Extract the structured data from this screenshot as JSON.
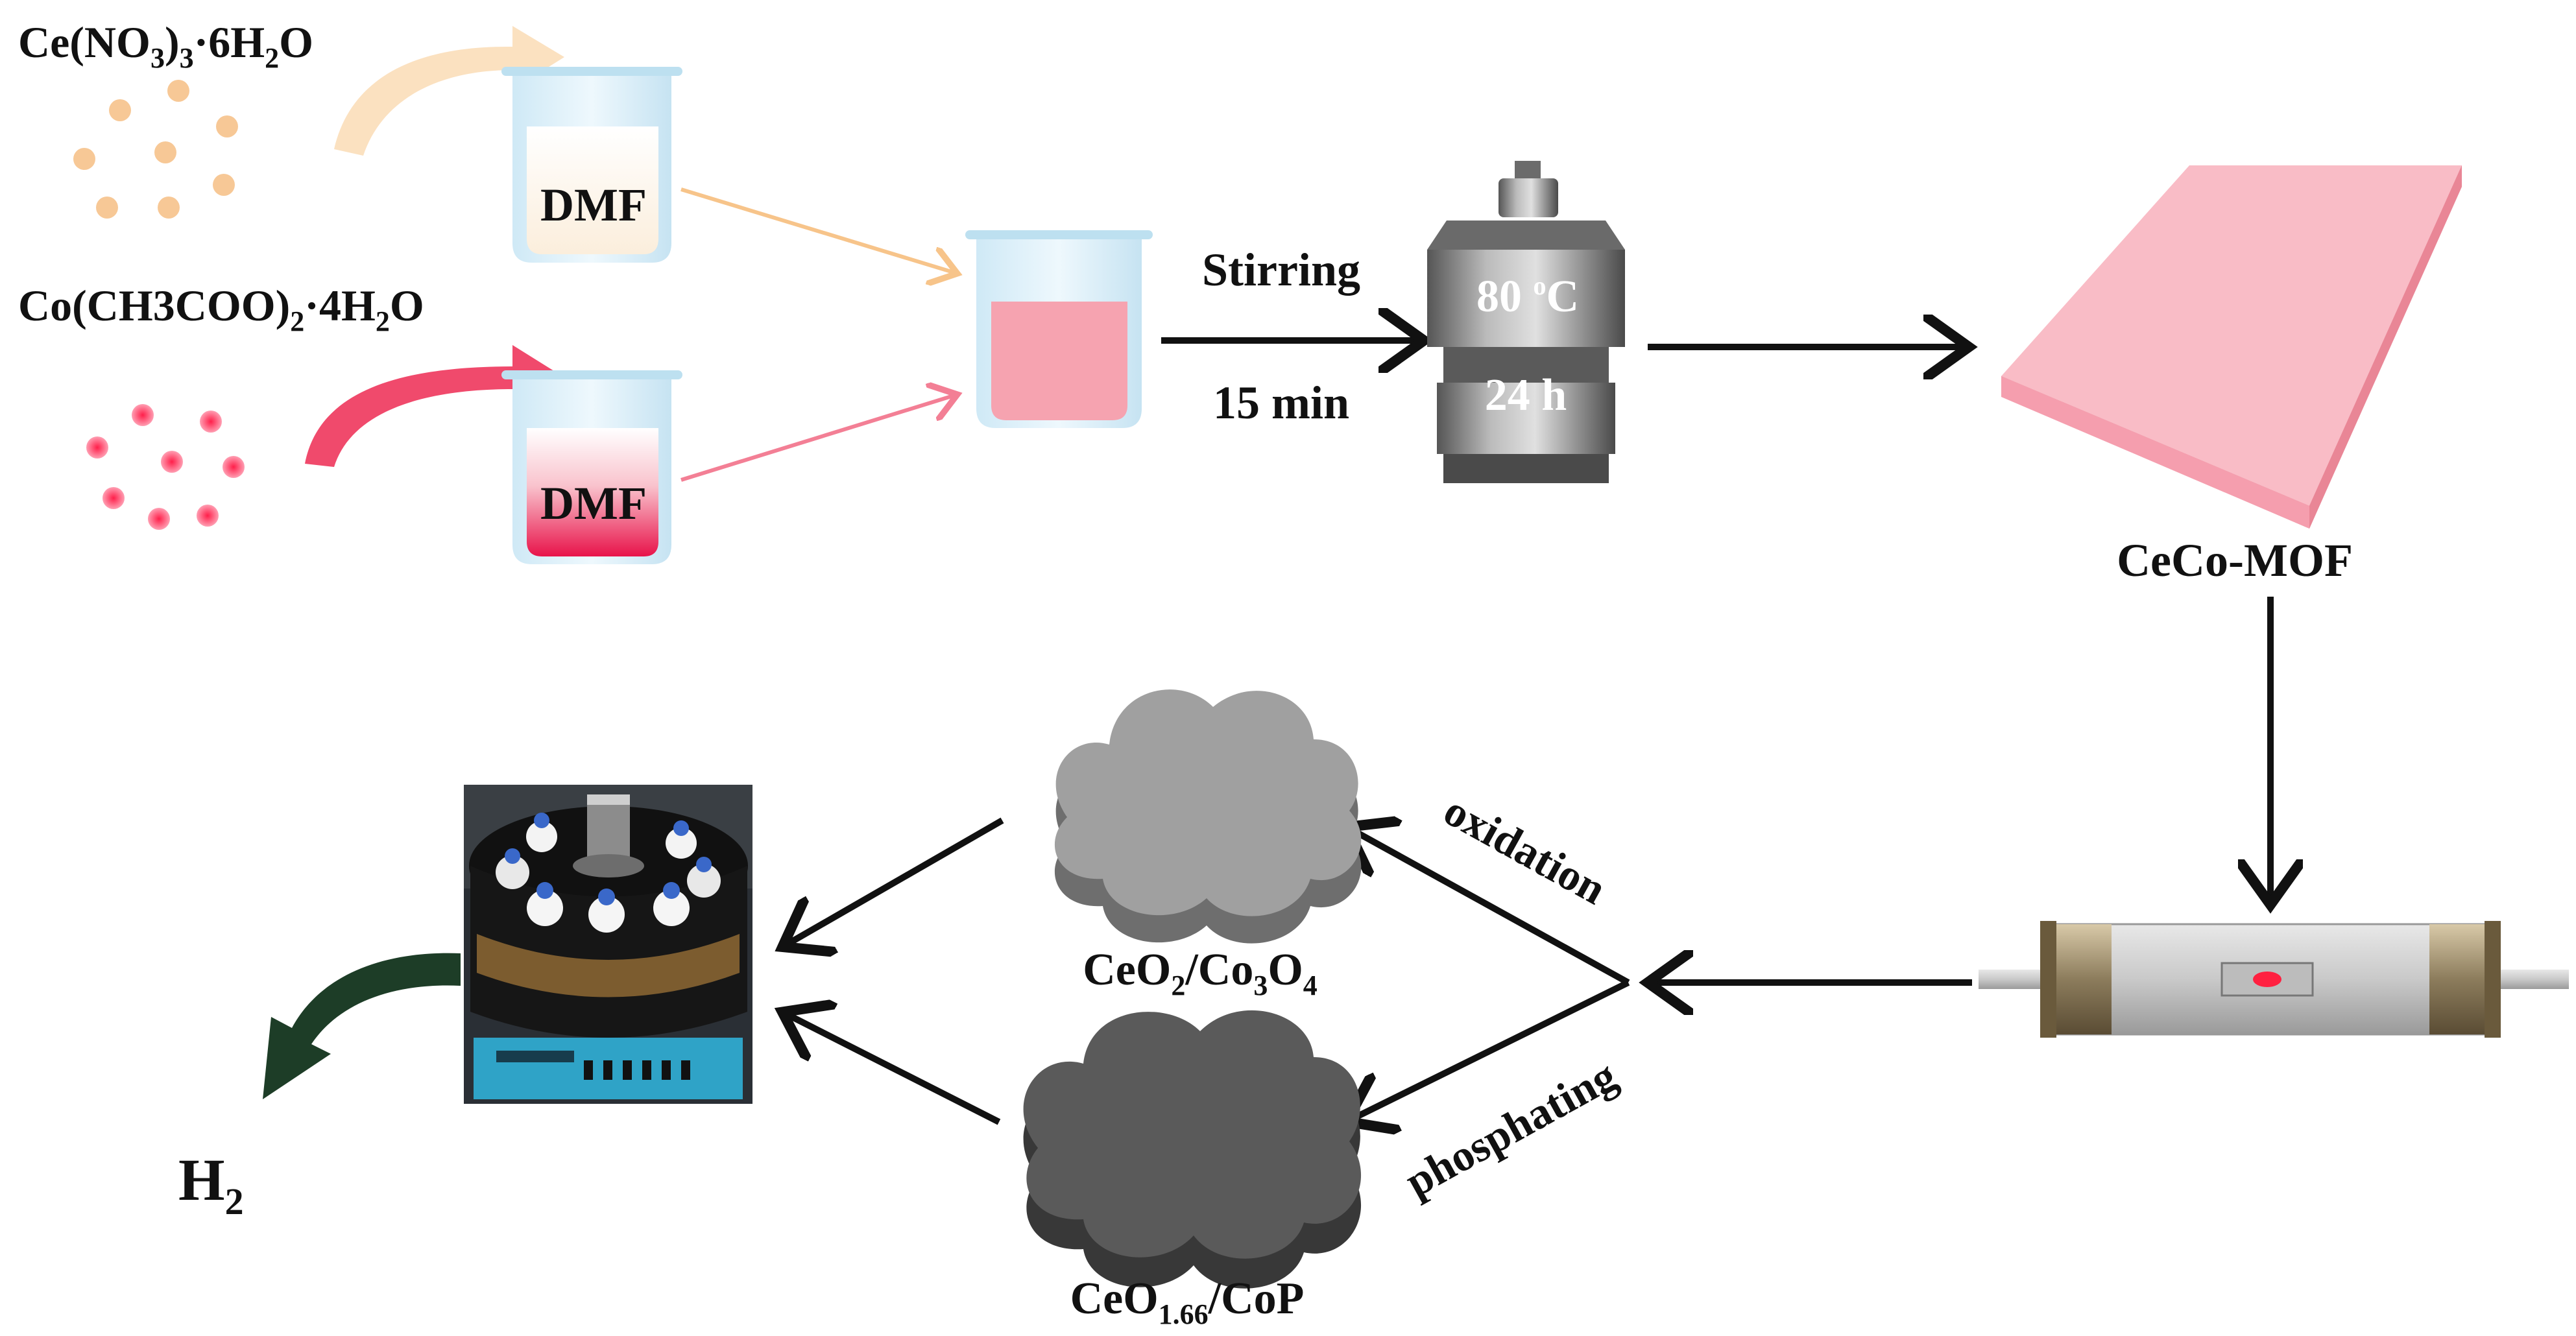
{
  "reagents": {
    "ce_salt": {
      "main": "Ce(NO",
      "sub1": "3",
      "mid": ")",
      "sub2": "3",
      "tail": "·6H",
      "sub3": "2",
      "end": "O"
    },
    "co_salt": {
      "main": "Co(CH3COO)",
      "sub1": "2",
      "tail": "·4H",
      "sub2": "2",
      "end": "O"
    }
  },
  "solvent": {
    "label_top": "DMF",
    "label_bottom": "DMF"
  },
  "mixing": {
    "step_label": "Stirring",
    "time_label": "15 min"
  },
  "autoclave": {
    "temp_value": "80 ",
    "temp_sup": "o",
    "temp_unit": "C",
    "duration": "24 h"
  },
  "mof": {
    "label": "CeCo-MOF"
  },
  "treatments": {
    "upper": "oxidation",
    "lower": "phosphating"
  },
  "products": {
    "oxide": {
      "p1": "CeO",
      "s1": "2",
      "p2": "/Co",
      "s2": "3",
      "p3": "O",
      "s3": "4"
    },
    "phosphide": {
      "p1": "CeO",
      "s1": "1.66",
      "p2": "/CoP"
    }
  },
  "gas": {
    "main": "H",
    "sub": "2"
  },
  "colors": {
    "ce_dots": "#f5c896",
    "co_dots": "#ee3355",
    "pink_solution": "#f6a0ae",
    "mof_plate": "#f9bcc6",
    "oxide_blob": "#9a9a9a",
    "phosphide_blob": "#555555",
    "curved_arrow": "#1d3d27"
  }
}
